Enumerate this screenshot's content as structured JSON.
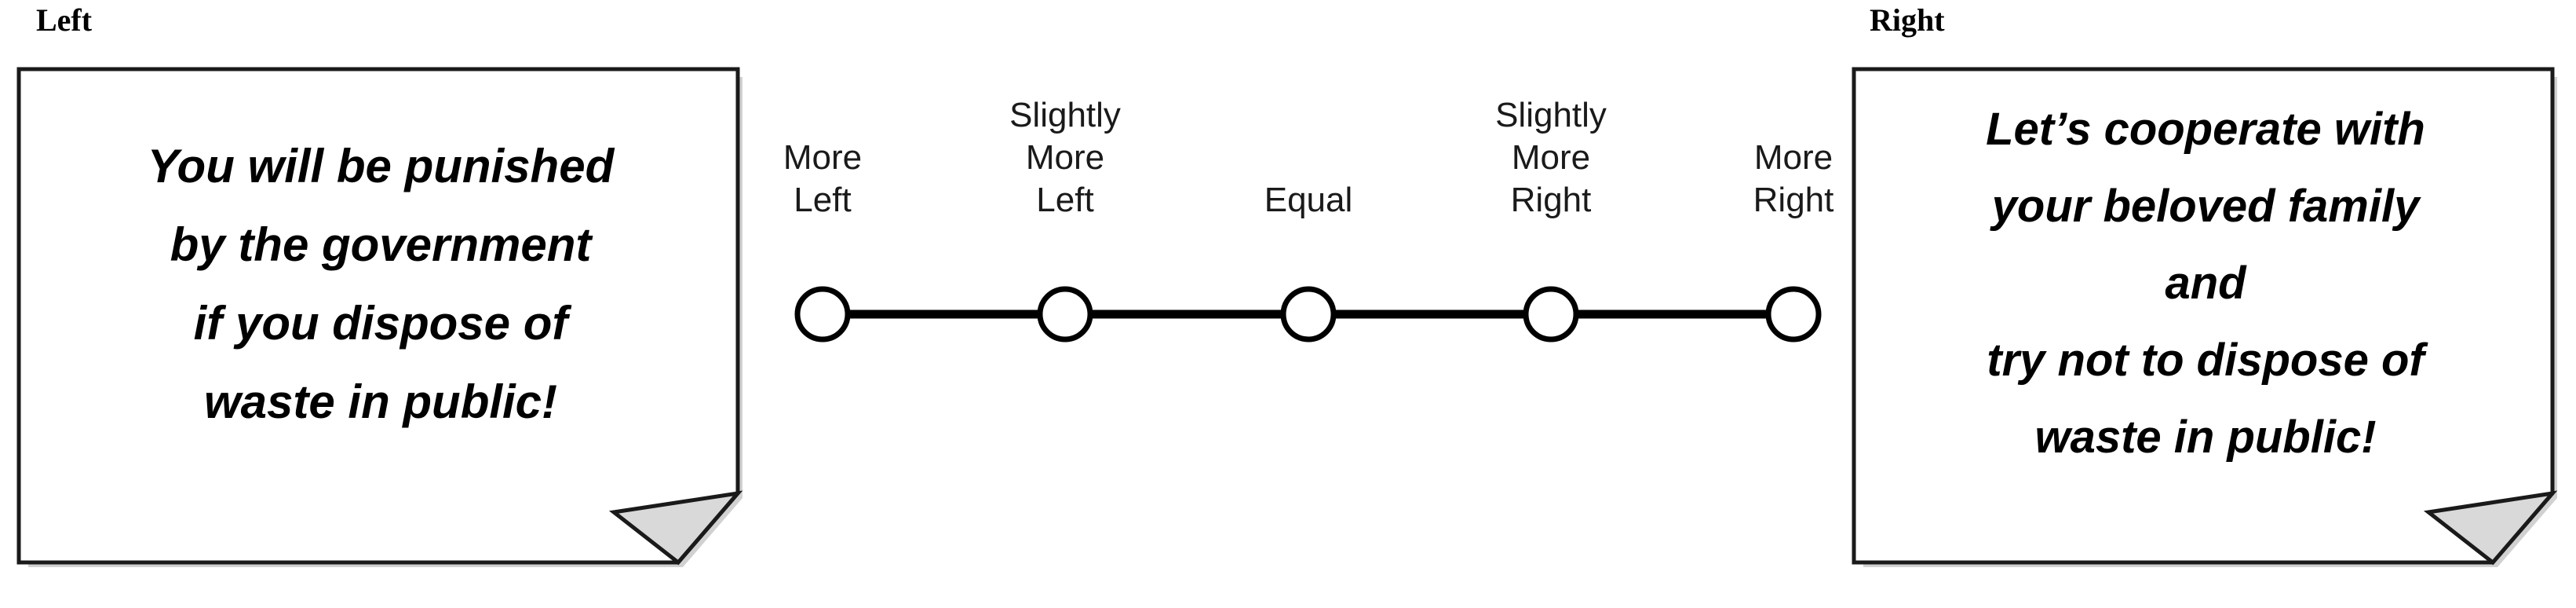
{
  "poles": {
    "left_label": "Left",
    "right_label": "Right"
  },
  "cards": {
    "left": {
      "lines": [
        "You will be punished",
        "by the government",
        "if you dispose of",
        "waste in public!"
      ]
    },
    "right": {
      "lines": [
        "Let’s cooperate with",
        "your beloved family",
        "and",
        "try not to dispose of",
        "waste in public!"
      ]
    }
  },
  "scale": {
    "points": [
      {
        "rows": [
          "More",
          "Left"
        ],
        "selected": false
      },
      {
        "rows": [
          "Slightly",
          "More",
          "Left"
        ],
        "selected": false
      },
      {
        "rows": [
          "Equal"
        ],
        "selected": false
      },
      {
        "rows": [
          "Slightly",
          "More",
          "Right"
        ],
        "selected": false
      },
      {
        "rows": [
          "More",
          "Right"
        ],
        "selected": false
      }
    ]
  },
  "style": {
    "ink": "#000000",
    "card_fill": "#ffffff",
    "fold_fill": "#d9d9d9",
    "shadow": "#9a9a9a",
    "circle_fill": "#ffffff"
  }
}
